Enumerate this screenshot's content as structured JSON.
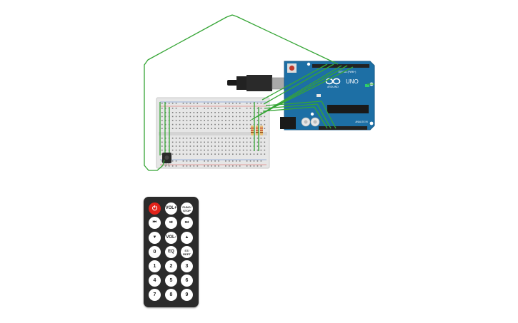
{
  "arduino": {
    "brand_label": "ARDUINO",
    "model_label": "UNO",
    "digital_label": "DIGITAL (PWM~)",
    "analog_label": "ANALOG IN",
    "board_color": "#1d6fa5",
    "header_color": "#222222"
  },
  "breadboard": {
    "body_color": "#e6e6e6",
    "rail_red": "#d9534f",
    "rail_blue": "#4a7bd0"
  },
  "wires": {
    "color": "#35a535"
  },
  "remote": {
    "body_color": "#2b2b2b",
    "buttons": [
      {
        "label": "⏻"
      },
      {
        "label": "VOL+"
      },
      {
        "label": "FUNC/ STOP"
      },
      {
        "label": "⏮"
      },
      {
        "label": "⏯"
      },
      {
        "label": "⏭"
      },
      {
        "label": "▼"
      },
      {
        "label": "VOL-"
      },
      {
        "label": "▲"
      },
      {
        "label": "0"
      },
      {
        "label": "EQ"
      },
      {
        "label": "ST/ REPT"
      },
      {
        "label": "1"
      },
      {
        "label": "2"
      },
      {
        "label": "3"
      },
      {
        "label": "4"
      },
      {
        "label": "5"
      },
      {
        "label": "6"
      },
      {
        "label": "7"
      },
      {
        "label": "8"
      },
      {
        "label": "9"
      }
    ]
  }
}
